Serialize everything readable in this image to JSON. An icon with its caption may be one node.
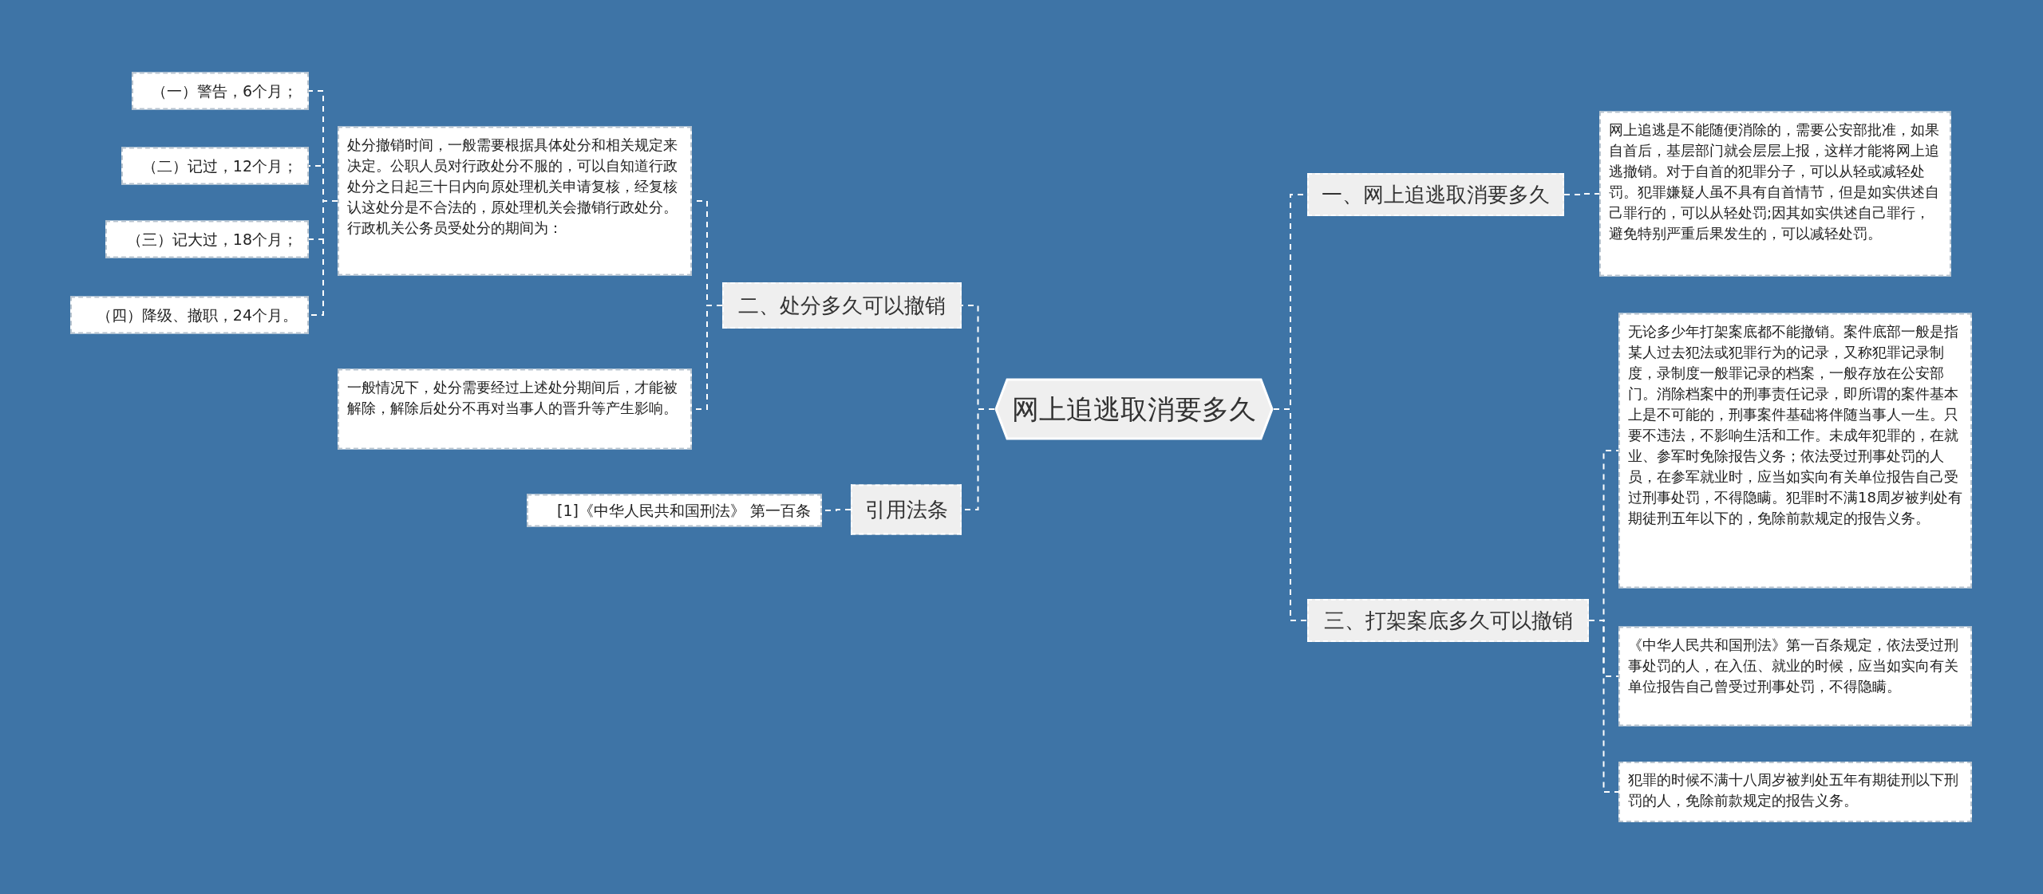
{
  "diagram": {
    "nodes": [
      {
        "text": [
          "网上追逃取消要多久"
        ]
      },
      {
        "text": [
          "一、网上追逃取消要多久"
        ]
      },
      {
        "text": [
          "网上追逃是不能随便消除的，需要公安部批准，如果自首后，基层部门就会层层上报，这样才能将网上追逃撤销。对于自首的犯罪分子，可以从轻或减轻处罚。犯罪嫌疑人虽不具有自首情节，但是如实供述自己罪行的，可以从轻处罚;因其如实供述自己罪行，避免特别严重后果发生的，可以减轻处罚。"
        ]
      },
      {
        "text": [
          "三、打架案底多久可以撤销"
        ]
      },
      {
        "text": [
          "无论多少年打架案底都不能撤销。案件底部一般是指某人过去犯法或犯罪行为的记录，又称犯罪记录制度，录制度一般罪记录的档案，一般存放在公安部门。消除档案中的刑事责任记录，即所谓的案件基本上是不可能的，刑事案件基础将伴随当事人一生。只要不违法，不影响生活和工作。未成年犯罪的，在就业、参军时免除报告义务；依法受过刑事处罚的人员，在参军就业时，应当如实向有关单位报告自己受过刑事处罚，不得隐瞒。犯罪时不满18周岁被判处有期徒刑五年以下的，免除前款规定的报告义务。"
        ]
      },
      {
        "text": [
          "《中华人民共和国刑法》第一百条规定，依法受过刑事处罚的人，在入伍、就业的时候，应当如实向有关单位报告自己曾受过刑事处罚，不得隐瞒。"
        ]
      },
      {
        "text": [
          "犯罪的时候不满十八周岁被判处五年有期徒刑以下刑罚的人，免除前款规定的报告义务。"
        ]
      },
      {
        "text": [
          "二、处分多久可以撤销"
        ]
      },
      {
        "text": [
          "处分撤销时间，一般需要根据具体处分和相关规定来决定。公职人员对行政处分不服的，可以自知道行政处分之日起三十日内向原处理机关申请复核，经复核认这处分是不合法的，原处理机关会撤销行政处分。行政机关公务员受处分的期间为："
        ]
      },
      {
        "text": [
          "（一）警告，6个月；"
        ]
      },
      {
        "text": [
          "（二）记过，12个月；"
        ]
      },
      {
        "text": [
          "（三）记大过，18个月；"
        ]
      },
      {
        "text": [
          "（四）降级、撤职，24个月。"
        ]
      },
      {
        "text": [
          "一般情况下，处分需要经过上述处分期间后，才能被解除，解除后处分不再对当事人的晋升等产生影响。"
        ]
      },
      {
        "text": [
          "引用法条"
        ]
      },
      {
        "text": [
          "[1]《中华人民共和国刑法》 第一百条"
        ]
      }
    ],
    "edges": [
      {
        "from": 0,
        "to": 1,
        "arrow": "none"
      },
      {
        "from": 1,
        "to": 2,
        "arrow": "none"
      },
      {
        "from": 0,
        "to": 3,
        "arrow": "none"
      },
      {
        "from": 3,
        "to": 4,
        "arrow": "none"
      },
      {
        "from": 3,
        "to": 5,
        "arrow": "none"
      },
      {
        "from": 3,
        "to": 6,
        "arrow": "none"
      },
      {
        "from": 0,
        "to": 7,
        "arrow": "none"
      },
      {
        "from": 7,
        "to": 8,
        "arrow": "none"
      },
      {
        "from": 8,
        "to": 9,
        "arrow": "none"
      },
      {
        "from": 8,
        "to": 10,
        "arrow": "none"
      },
      {
        "from": 8,
        "to": 11,
        "arrow": "none"
      },
      {
        "from": 8,
        "to": 12,
        "arrow": "none"
      },
      {
        "from": 7,
        "to": 13,
        "arrow": "none"
      },
      {
        "from": 0,
        "to": 14,
        "arrow": "none"
      },
      {
        "from": 14,
        "to": 15,
        "arrow": "none"
      }
    ]
  }
}
